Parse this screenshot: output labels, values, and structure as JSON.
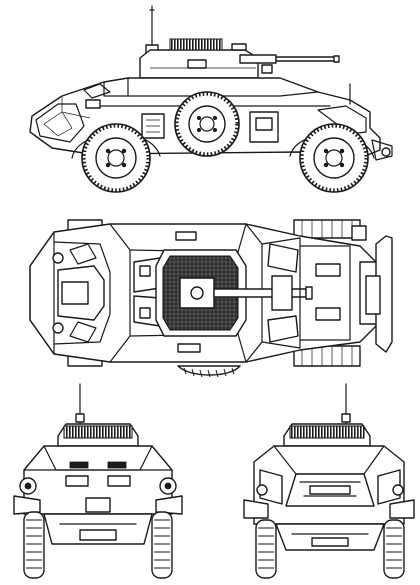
{
  "drawing": {
    "views": [
      {
        "id": "side",
        "name": "side-view"
      },
      {
        "id": "top",
        "name": "top-view"
      },
      {
        "id": "front",
        "name": "front-view"
      },
      {
        "id": "rear",
        "name": "rear-view"
      }
    ],
    "colors": {
      "line": "#1a1a1a",
      "background": "#ffffff",
      "shade": "#1c1c1c"
    }
  }
}
